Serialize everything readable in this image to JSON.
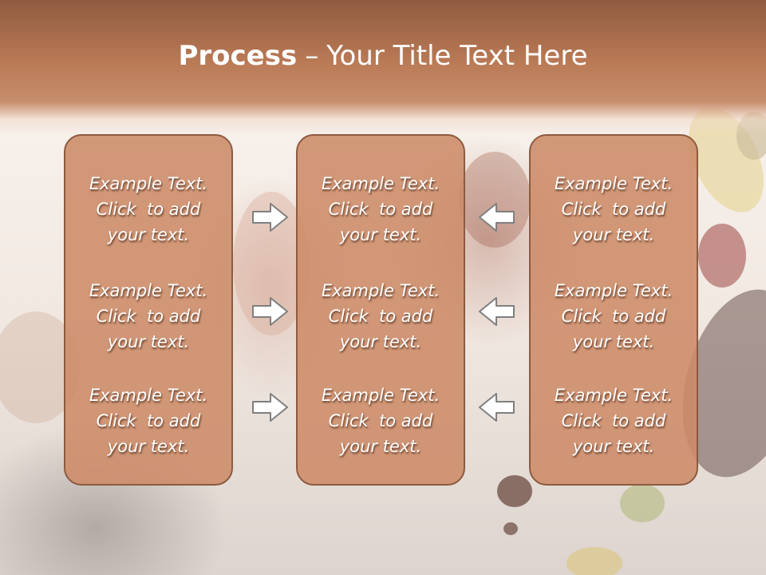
{
  "title": {
    "bold": "Process",
    "separator": "–",
    "rest": "Your Title Text Here"
  },
  "boxes": [
    {
      "items": [
        {
          "line1": "Example Text.",
          "line2": "Click  to add",
          "line3": "your text."
        },
        {
          "line1": "Example Text.",
          "line2": "Click  to add",
          "line3": "your text."
        },
        {
          "line1": "Example Text.",
          "line2": "Click  to add",
          "line3": "your text."
        }
      ]
    },
    {
      "items": [
        {
          "line1": "Example Text.",
          "line2": "Click  to add",
          "line3": "your text."
        },
        {
          "line1": "Example Text.",
          "line2": "Click  to add",
          "line3": "your text."
        },
        {
          "line1": "Example Text.",
          "line2": "Click  to add",
          "line3": "your text."
        }
      ]
    },
    {
      "items": [
        {
          "line1": "Example Text.",
          "line2": "Click  to add",
          "line3": "your text."
        },
        {
          "line1": "Example Text.",
          "line2": "Click  to add",
          "line3": "your text."
        },
        {
          "line1": "Example Text.",
          "line2": "Click  to add",
          "line3": "your text."
        }
      ]
    }
  ],
  "colors": {
    "header_band": "#b97955",
    "box_fill": "#cc8b68",
    "box_border": "#8d5a3f",
    "arrow_fill": "#ffffff",
    "arrow_stroke": "#7f7f7f",
    "text": "#ffffff"
  }
}
